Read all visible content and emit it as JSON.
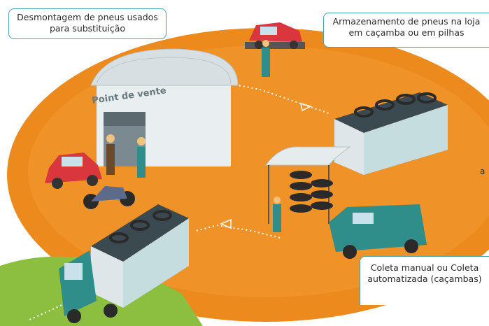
{
  "callouts": {
    "dismount": "Desmontagem de pneus usados para substituição",
    "storage": "Armazenamento de pneus na loja em caçamba ou em pilhas",
    "collection": "Coleta manual ou Coleta automatizada (caçambas)"
  },
  "store_sign": "Point de vente",
  "edge_fragment": "a",
  "colors": {
    "orange": "#ec8a1d",
    "teal": "#4aa3a1",
    "green": "#8cbf3f",
    "red_car": "#d9363e"
  }
}
